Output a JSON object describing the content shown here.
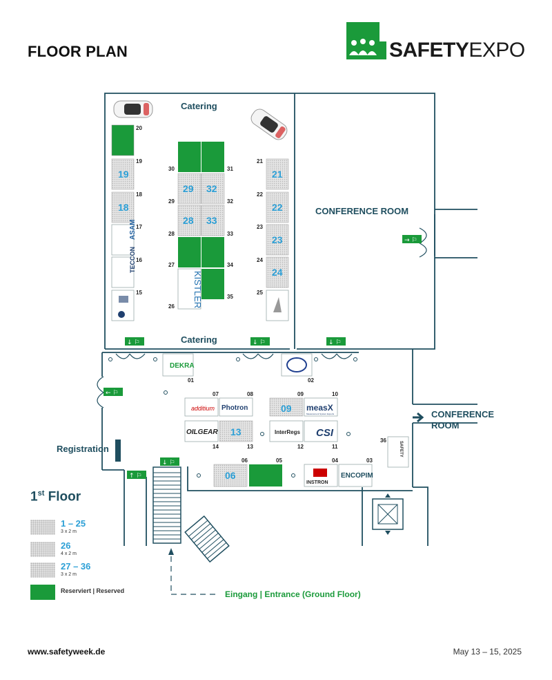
{
  "header": {
    "title": "FLOOR PLAN",
    "logo_bold": "SAFETY",
    "logo_light": "EXPO"
  },
  "colors": {
    "reserved": "#1a9a3a",
    "booth_number": "#2b9fd6",
    "wall": "#1f4e5f",
    "logo_green": "#1a9a3a"
  },
  "labels": {
    "catering_top": "Catering",
    "catering_bottom": "Catering",
    "conference_room": "CONFERENCE ROOM",
    "conference_room_2_line1": "CONFERENCE",
    "conference_room_2_line2": "ROOM",
    "registration": "Registration",
    "entrance": "Eingang | Entrance (Ground Floor)"
  },
  "booths_numbered": [
    {
      "label": "19"
    },
    {
      "label": "18"
    },
    {
      "label": "29"
    },
    {
      "label": "32"
    },
    {
      "label": "28"
    },
    {
      "label": "33"
    },
    {
      "label": "21"
    },
    {
      "label": "22"
    },
    {
      "label": "23"
    },
    {
      "label": "24"
    },
    {
      "label": "09"
    },
    {
      "label": "13"
    },
    {
      "label": "06"
    }
  ],
  "exhibitors": {
    "asam": "ASAM",
    "tecconn": "TECCON",
    "kistler": "KISTLER",
    "dekra": "DEKRA",
    "additium": "additium",
    "photron": "Photron",
    "measx": "measX",
    "measx_sub": "Measurement System Experts",
    "oilgear": "OILGEAR",
    "interregs": "InterRegs",
    "csi": "CSI",
    "instron": "INSTRON",
    "encopim": "ENCOPIM",
    "safety_booth36": "SAFETY"
  },
  "small_numbers": [
    "20",
    "19",
    "18",
    "17",
    "16",
    "15",
    "30",
    "29",
    "28",
    "27",
    "26",
    "31",
    "32",
    "33",
    "34",
    "35",
    "21",
    "22",
    "23",
    "24",
    "25",
    "01",
    "02",
    "07",
    "08",
    "09",
    "10",
    "14",
    "13",
    "12",
    "11",
    "06",
    "05",
    "04",
    "03",
    "36"
  ],
  "legend": {
    "floor": "1",
    "floor_suffix": "st",
    "floor_word": "Floor",
    "items": [
      {
        "range": "1 – 25",
        "size": "3 x 2 m"
      },
      {
        "range": "26",
        "size": "4 x 2 m"
      },
      {
        "range": "27 – 36",
        "size": "3 x 2 m"
      }
    ],
    "reserved": "Reserviert | Reserved"
  },
  "footer": {
    "website": "www.safetyweek.de",
    "date": "May 13 – 15, 2025"
  }
}
